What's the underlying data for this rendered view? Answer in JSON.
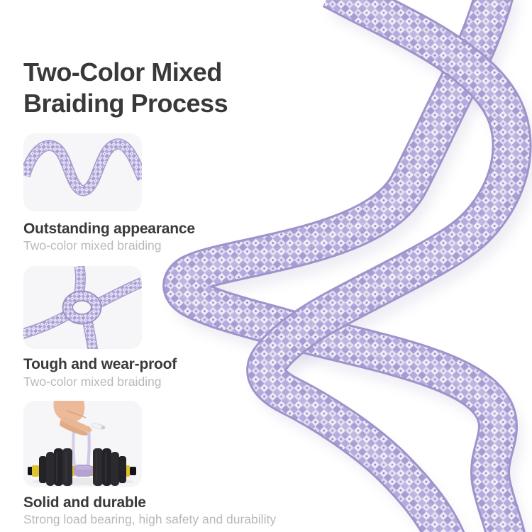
{
  "title": {
    "line1": "Two-Color Mixed",
    "line2": "Braiding Process"
  },
  "features": [
    {
      "heading": "Outstanding appearance",
      "subtext": "Two-color mixed braiding",
      "image": "wave-cable"
    },
    {
      "heading": "Tough and wear-proof",
      "subtext": "Two-color mixed braiding",
      "image": "knotted-cable"
    },
    {
      "heading": "Solid and durable",
      "subtext": "Strong load bearing, high safety and durability",
      "image": "dumbbell-lifted-by-cable"
    }
  ],
  "hero": {
    "image": "two-color-braided-cable"
  },
  "colors": {
    "heading_text": "#3a3a3c",
    "subtext_gray": "#b9b9bd",
    "panel_bg": "#f6f6f8",
    "cable_edge": "#9e93cb",
    "cable_mid": "#b3a8da",
    "cable_light": "#eeebf8",
    "dumbbell_black": "#242428",
    "collar_yellow": "#ddc12d",
    "sleeve_purple": "#b4a2d3",
    "hand_skin": "#eab795"
  }
}
